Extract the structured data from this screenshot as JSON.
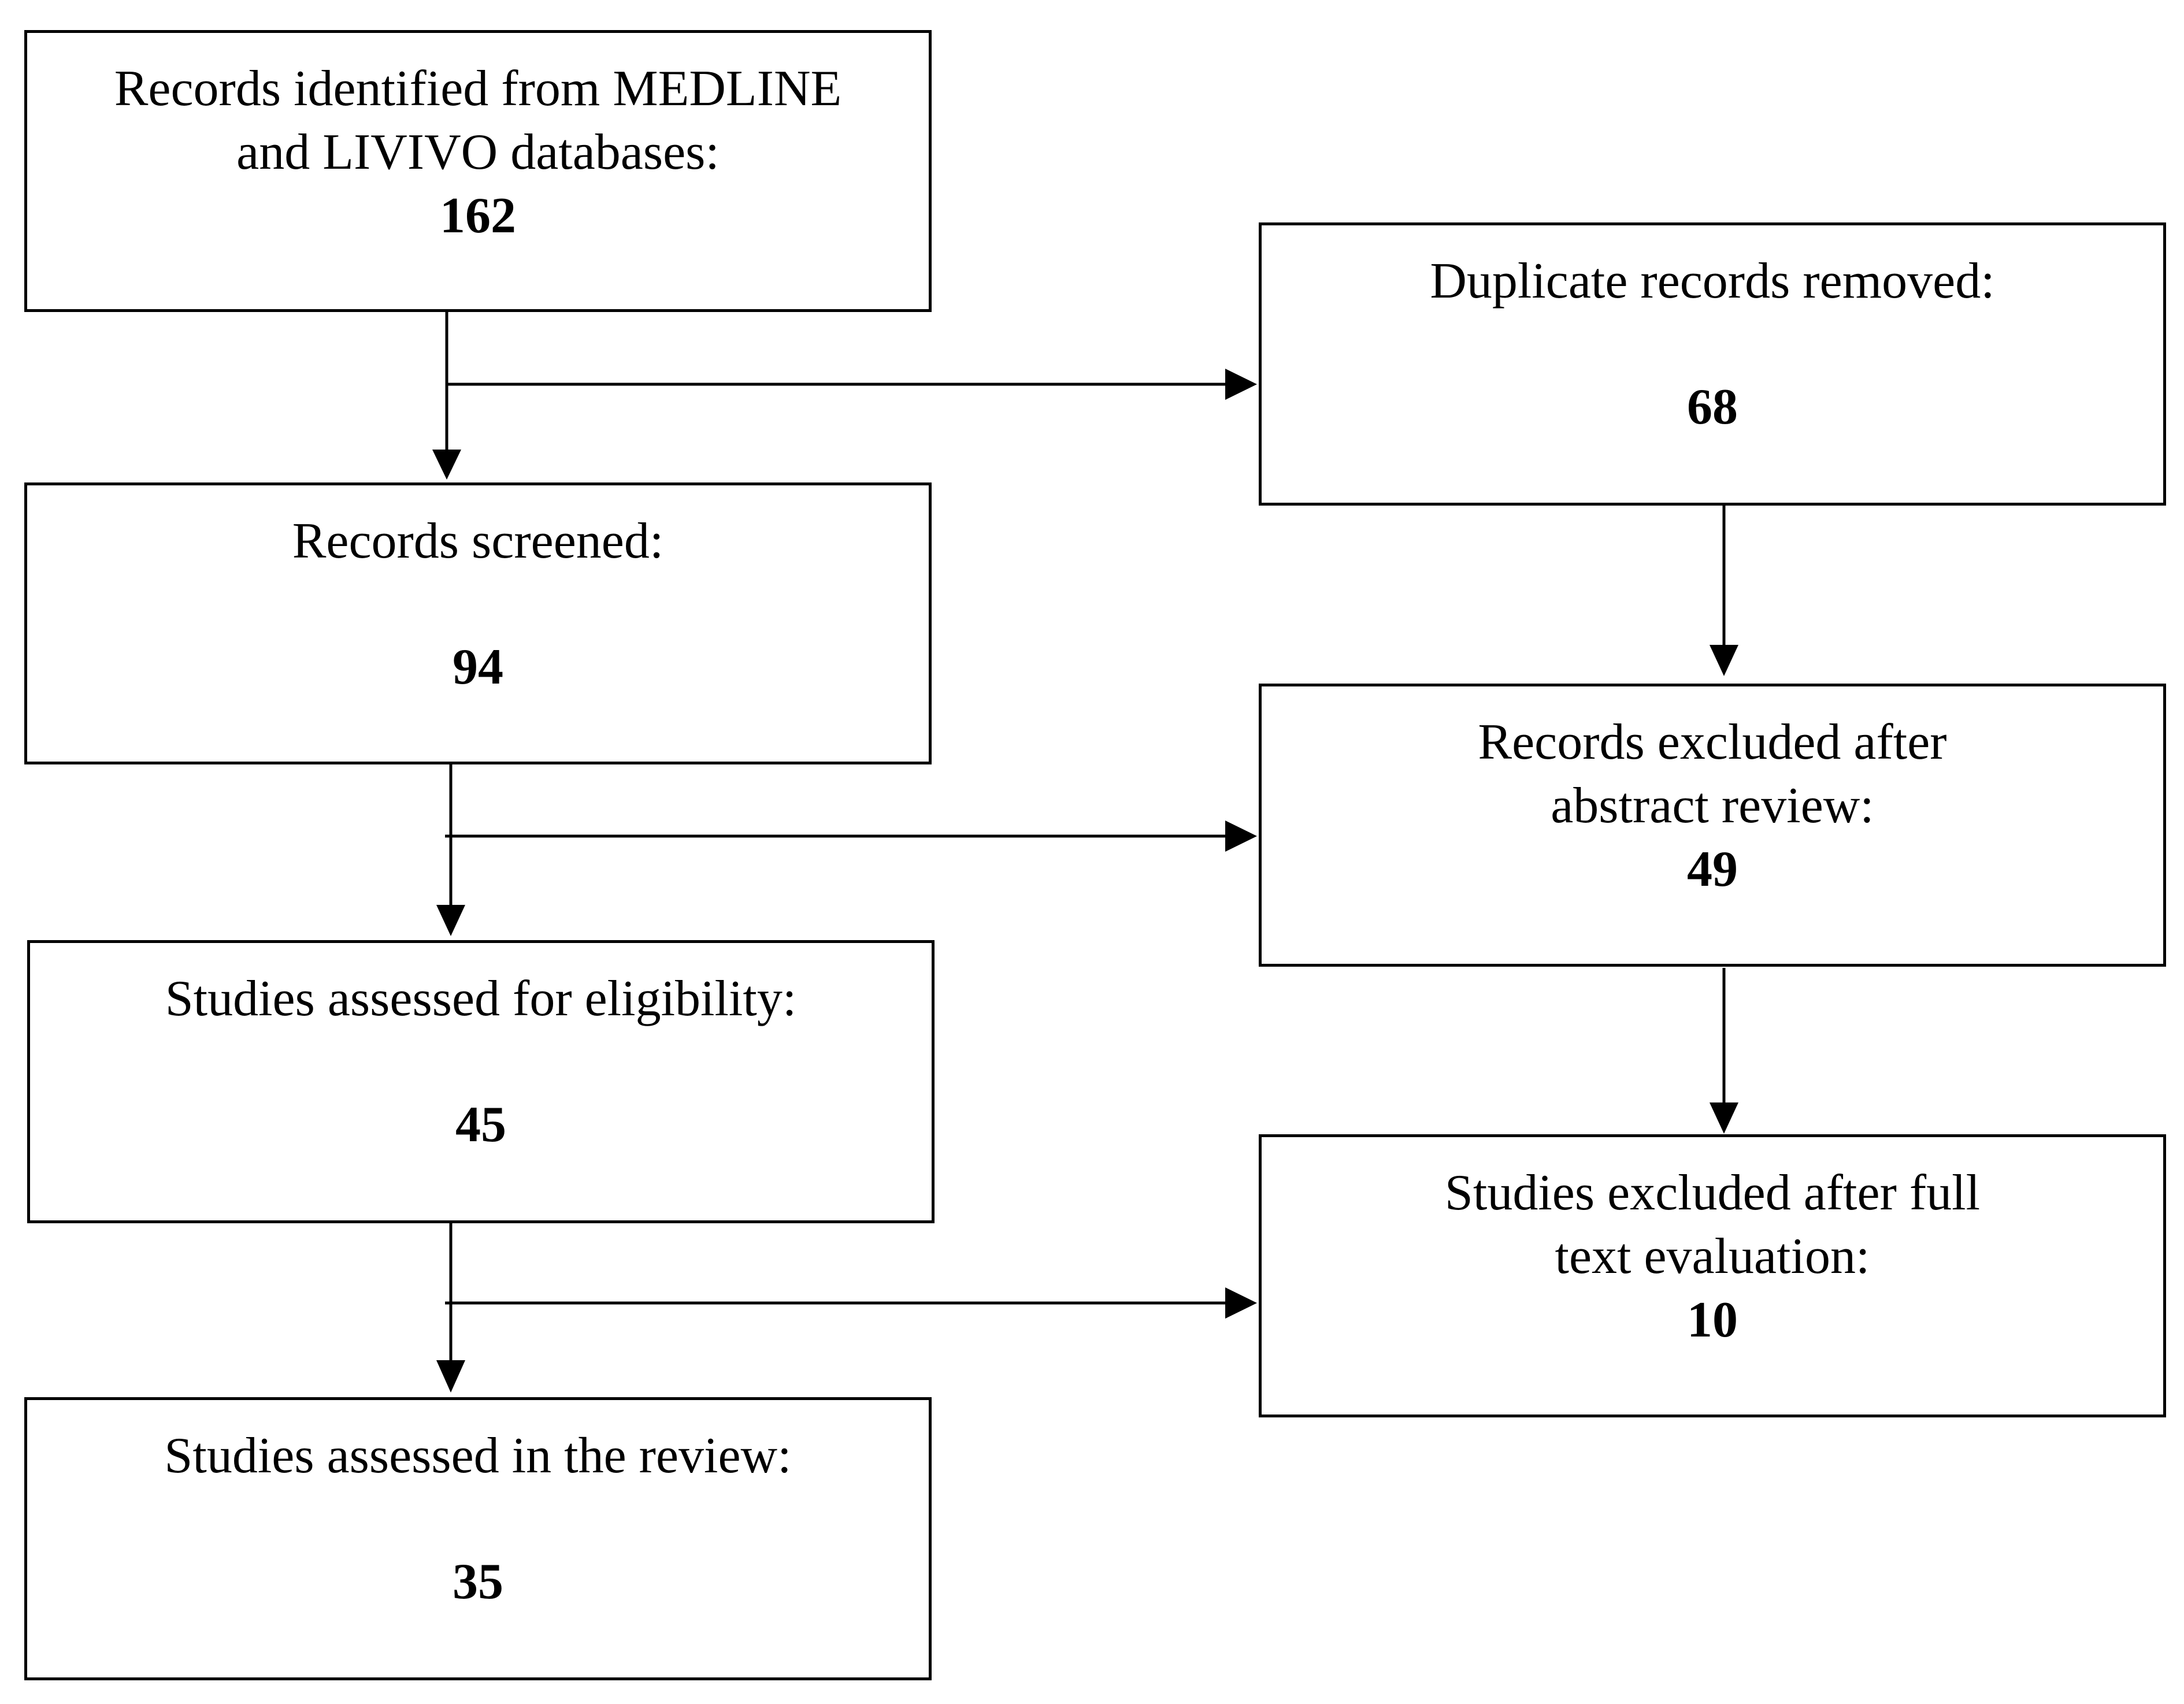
{
  "boxes": {
    "identified": {
      "label": "Records identified from MEDLINE and LIVIVO databases:",
      "count": "162"
    },
    "duplicates": {
      "label": "Duplicate records removed:",
      "count": "68"
    },
    "screened": {
      "label": "Records screened:",
      "count": "94"
    },
    "abstract_excluded": {
      "label": "Records excluded after abstract review:",
      "count": "49"
    },
    "eligibility": {
      "label": "Studies assessed for eligibility:",
      "count": "45"
    },
    "fulltext_excluded": {
      "label": "Studies excluded after full text evaluation:",
      "count": "10"
    },
    "included": {
      "label": "Studies assessed in the review:",
      "count": "35"
    }
  }
}
